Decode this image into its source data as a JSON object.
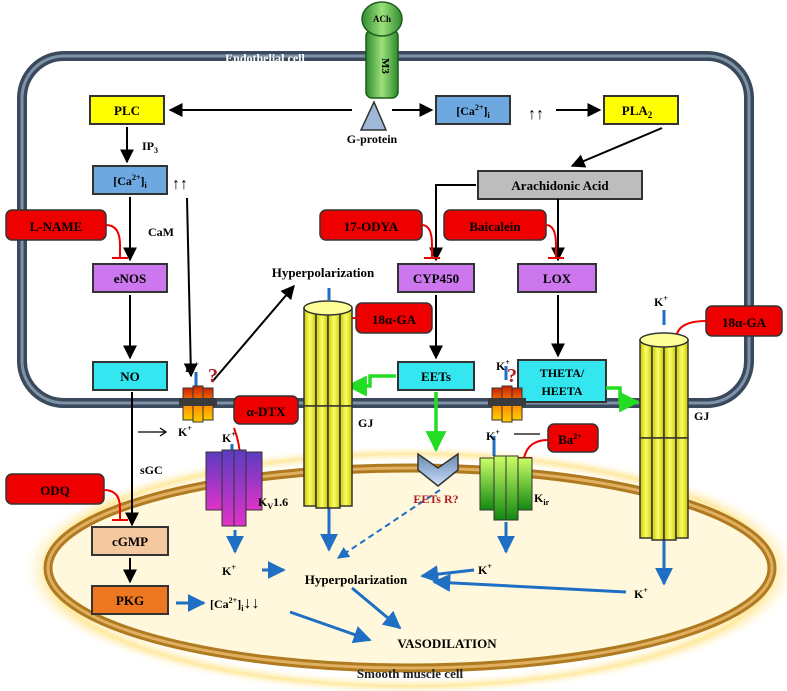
{
  "receptor": {
    "agonist": "ACh",
    "receptor": "M3"
  },
  "cells": {
    "endothelial": "Endothelial cell",
    "smooth_muscle": "Smooth muscle cell"
  },
  "nodes": {
    "plc": "PLC",
    "g_protein": "G-protein",
    "ca_top": "[Ca",
    "ca_top_sup": "2+",
    "ca_top_sub": "i",
    "ca_top_arrows": "↑↑",
    "pla2": "PLA",
    "pla2_sub": "2",
    "ip3": "IP",
    "ip3_sub": "3",
    "ca_left": "[Ca",
    "ca_left_sup": "2+",
    "ca_left_sub": "i",
    "ca_left_arrows": "↑↑",
    "arachidonic": "Arachidonic Acid",
    "cam": "CaM",
    "enos": "eNOS",
    "cyp450": "CYP450",
    "lox": "LOX",
    "no": "NO",
    "eets": "EETs",
    "theta": "THETA/",
    "heeta": "HEETA",
    "hyperpol_top": "Hyperpolarization",
    "sgc": "sGC",
    "cgmp": "cGMP",
    "pkg": "PKG",
    "ca_smc": "[Ca",
    "ca_smc_sup": "2+",
    "ca_smc_sub": "i",
    "ca_smc_arrows": "↓↓",
    "hyperpol_smc": "Hyperpolarization",
    "vasodilation": "VASODILATION",
    "eets_r": "EETs R?",
    "kv": "K",
    "kv_sub": "V",
    "kv_num": "1.6",
    "kir": "K",
    "kir_sub": "ir",
    "gj_left": "GJ",
    "gj_right": "GJ",
    "k": "K",
    "k_sup": "+",
    "question": "?"
  },
  "inhibitors": {
    "lname": "L-NAME",
    "odya": "17-ODYA",
    "baicalein": "Baicalein",
    "ga_left": "18α-GA",
    "ga_right": "18α-GA",
    "dtx": "α-DTX",
    "ba": "Ba",
    "ba_sup": "2+",
    "odq": "ODQ"
  },
  "colors": {
    "yellow": "#ffff00",
    "blue": "#6ea8e0",
    "purple": "#cc77ee",
    "cyan": "#33e6f0",
    "peach": "#f5c9a0",
    "orange": "#ee7722",
    "gray": "#bdbdbd",
    "red": "#ee0000",
    "arrow_blue": "#1f6fc5",
    "arrow_green": "#22dd22"
  }
}
